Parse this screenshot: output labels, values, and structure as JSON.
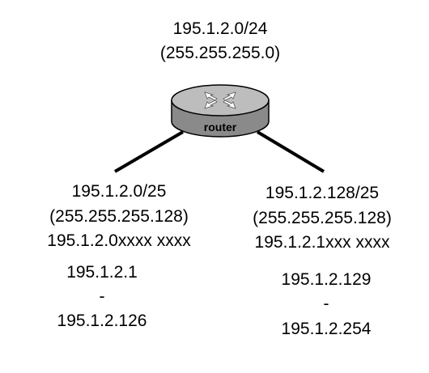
{
  "network": {
    "address": "195.1.2.0/24",
    "mask": "(255.255.255.0)"
  },
  "router": {
    "label": "router",
    "icon": "router-icon"
  },
  "left_subnet": {
    "address": "195.1.2.0/25",
    "mask": "(255.255.255.128)",
    "binary": "195.1.2.0xxxx xxxx",
    "range_start": "195.1.2.1",
    "range_sep": "-",
    "range_end": "195.1.2.126"
  },
  "right_subnet": {
    "address": "195.1.2.128/25",
    "mask": "(255.255.255.128)",
    "binary": "195.1.2.1xxx xxxx",
    "range_start": "195.1.2.129",
    "range_sep": "-",
    "range_end": "195.1.2.254"
  }
}
